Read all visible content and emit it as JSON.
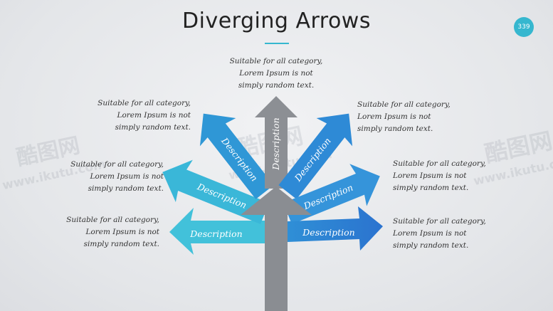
{
  "title": "Diverging Arrows",
  "page_number": "339",
  "colors": {
    "accent": "#36b7cf",
    "gray_arrow": "#8a8d92",
    "cyan_arrow": "#36bcd6",
    "blue_arrow": "#2e7fd3"
  },
  "arrows": [
    {
      "label": "Description",
      "text": [
        "Suitable for all category,",
        "Lorem Ipsum is not",
        "simply random text."
      ]
    },
    {
      "label": "Description",
      "text": [
        "Suitable for all category,",
        "Lorem Ipsum is not",
        "simply random text."
      ]
    },
    {
      "label": "Description",
      "text": [
        "Suitable for all category,",
        "Lorem Ipsum is not",
        "simply random text."
      ]
    },
    {
      "label": "Description",
      "text": [
        "Suitable for all category,",
        "Lorem Ipsum is not",
        "simply random text."
      ]
    },
    {
      "label": "Description",
      "text": [
        "Suitable for all category,",
        "Lorem Ipsum is not",
        "simply random text."
      ]
    },
    {
      "label": "Description",
      "text": [
        "Suitable for all category,",
        "Lorem Ipsum is not",
        "simply random text."
      ]
    },
    {
      "label": "Description",
      "text": [
        "Suitable for all category,",
        "Lorem Ipsum is not",
        "simply random text."
      ]
    }
  ],
  "watermarks": [
    "酷图网",
    "www.ikutu.com"
  ]
}
